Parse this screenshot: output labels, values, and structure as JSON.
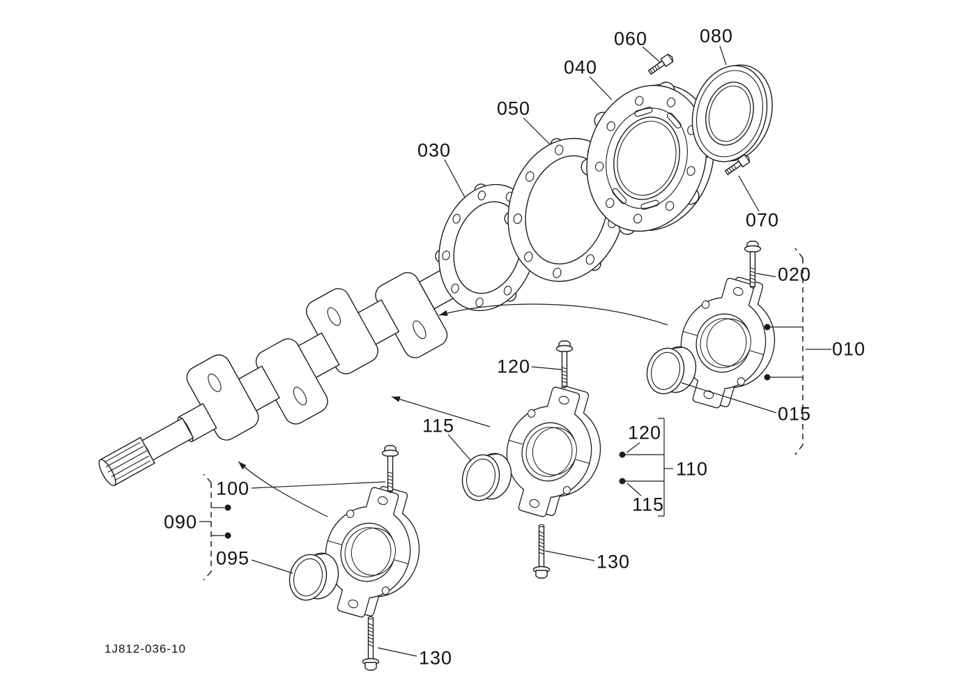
{
  "page": {
    "background": "#ffffff",
    "line_color": "#1b1b1b",
    "text_color": "#111111"
  },
  "drawing": {
    "number": "1J812-036-10"
  },
  "labels": {
    "l010": {
      "text": "010"
    },
    "l015": {
      "text": "015"
    },
    "l020": {
      "text": "020"
    },
    "l030": {
      "text": "030"
    },
    "l040": {
      "text": "040"
    },
    "l050": {
      "text": "050"
    },
    "l060": {
      "text": "060"
    },
    "l070": {
      "text": "070"
    },
    "l080": {
      "text": "080"
    },
    "l090": {
      "text": "090"
    },
    "l095": {
      "text": "095"
    },
    "l100": {
      "text": "100"
    },
    "l110": {
      "text": "110"
    },
    "l115a": {
      "text": "115"
    },
    "l115b": {
      "text": "115"
    },
    "l120a": {
      "text": "120"
    },
    "l120b": {
      "text": "120"
    },
    "l130a": {
      "text": "130"
    },
    "l130b": {
      "text": "130"
    }
  }
}
